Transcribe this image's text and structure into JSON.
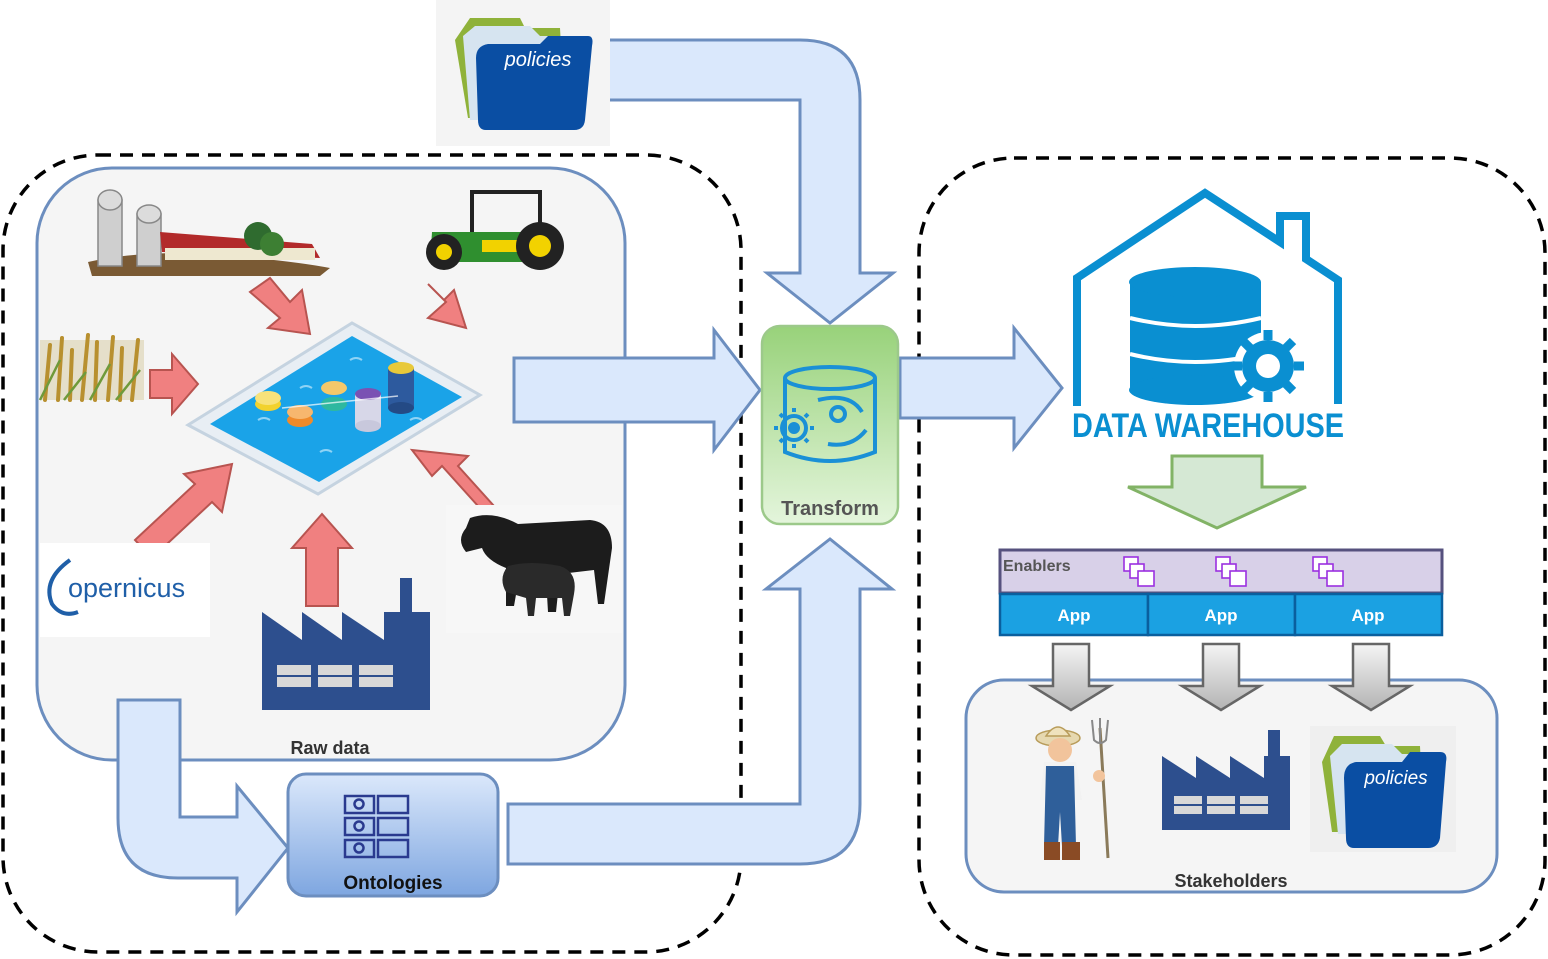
{
  "labels": {
    "raw_data": "Raw data",
    "ontologies": "Ontologies",
    "transform": "Transform",
    "data_warehouse": "DATA WAREHOUSE",
    "enablers": "Enablers",
    "apps": [
      "App",
      "App",
      "App"
    ],
    "stakeholders": "Stakeholders",
    "policies_top": "policies",
    "policies_stakeholder": "policies",
    "copernicus_logo": "opernicus"
  },
  "icons": {
    "farm": "farm-buildings-icon",
    "tractor": "tractor-icon",
    "wheat": "wheat-field-icon",
    "cows": "cattle-icon",
    "factory": "factory-icon",
    "data_lake": "data-lake-icon",
    "copernicus": "copernicus-logo",
    "policies": "policies-folder-icon",
    "ontology": "ontology-grid-icon",
    "transform": "database-gear-icon",
    "warehouse": "data-warehouse-icon",
    "farmer": "farmer-icon"
  },
  "colors": {
    "flow_fill": "#dae8fc",
    "flow_stroke": "#6c8ebf",
    "red_arrow": "#f08080",
    "transform_fill": "#b9e0a5",
    "warehouse_blue": "#0a8fd1",
    "app_blue": "#1ba1e2",
    "enablers_fill": "#d8d0e8",
    "green_arrow": "#d5e8d4"
  }
}
